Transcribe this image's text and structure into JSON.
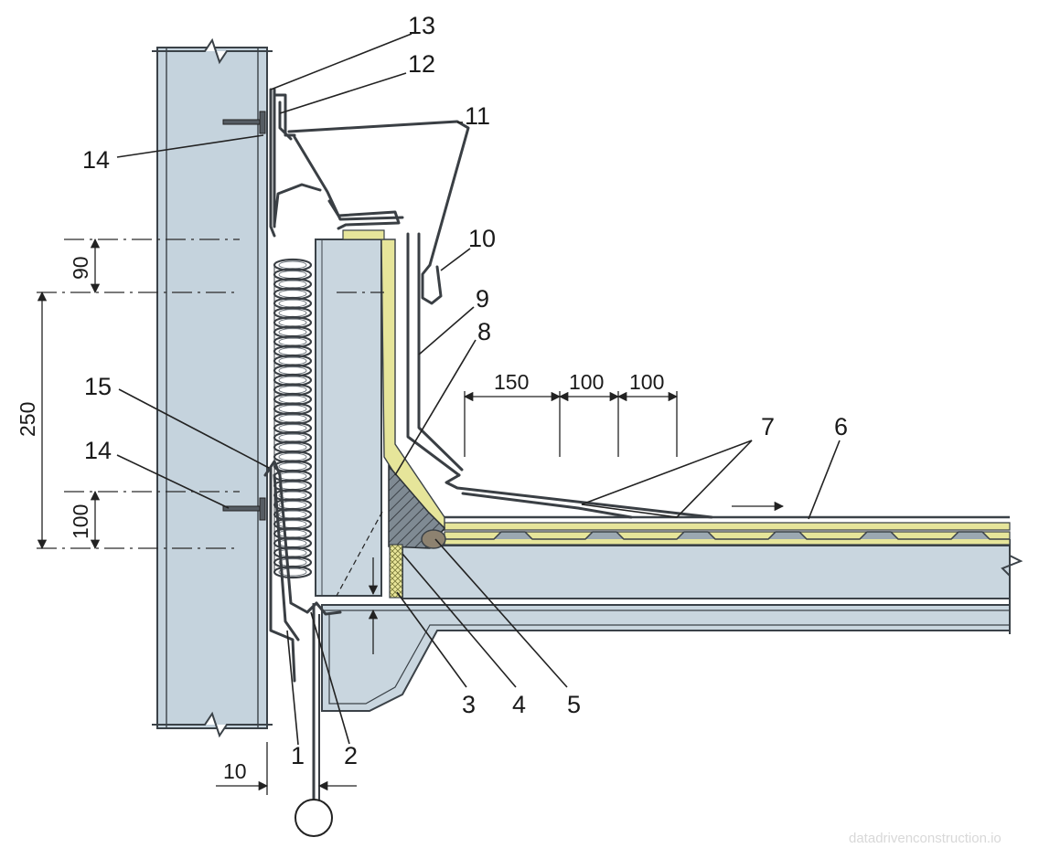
{
  "diagram": {
    "callouts": [
      {
        "id": "1",
        "label": "1"
      },
      {
        "id": "2",
        "label": "2"
      },
      {
        "id": "3",
        "label": "3"
      },
      {
        "id": "4",
        "label": "4"
      },
      {
        "id": "5",
        "label": "5"
      },
      {
        "id": "6",
        "label": "6"
      },
      {
        "id": "7",
        "label": "7"
      },
      {
        "id": "8",
        "label": "8"
      },
      {
        "id": "9",
        "label": "9"
      },
      {
        "id": "10",
        "label": "10"
      },
      {
        "id": "11",
        "label": "11"
      },
      {
        "id": "12",
        "label": "12"
      },
      {
        "id": "13",
        "label": "13"
      },
      {
        "id": "14a",
        "label": "14"
      },
      {
        "id": "14b",
        "label": "14"
      },
      {
        "id": "15",
        "label": "15"
      }
    ],
    "dimensions": {
      "d90": "90",
      "d250": "250",
      "d100_vertical": "100",
      "d10": "10",
      "d150": "150",
      "d100_a": "100",
      "d100_b": "100"
    },
    "colors": {
      "concrete": "#c5d3dd",
      "insulation_yellow": "#e6e59a",
      "steel": "#3a3f44",
      "mesh_fill": "#8a939b"
    },
    "watermark": "datadrivenconstruction.io"
  }
}
